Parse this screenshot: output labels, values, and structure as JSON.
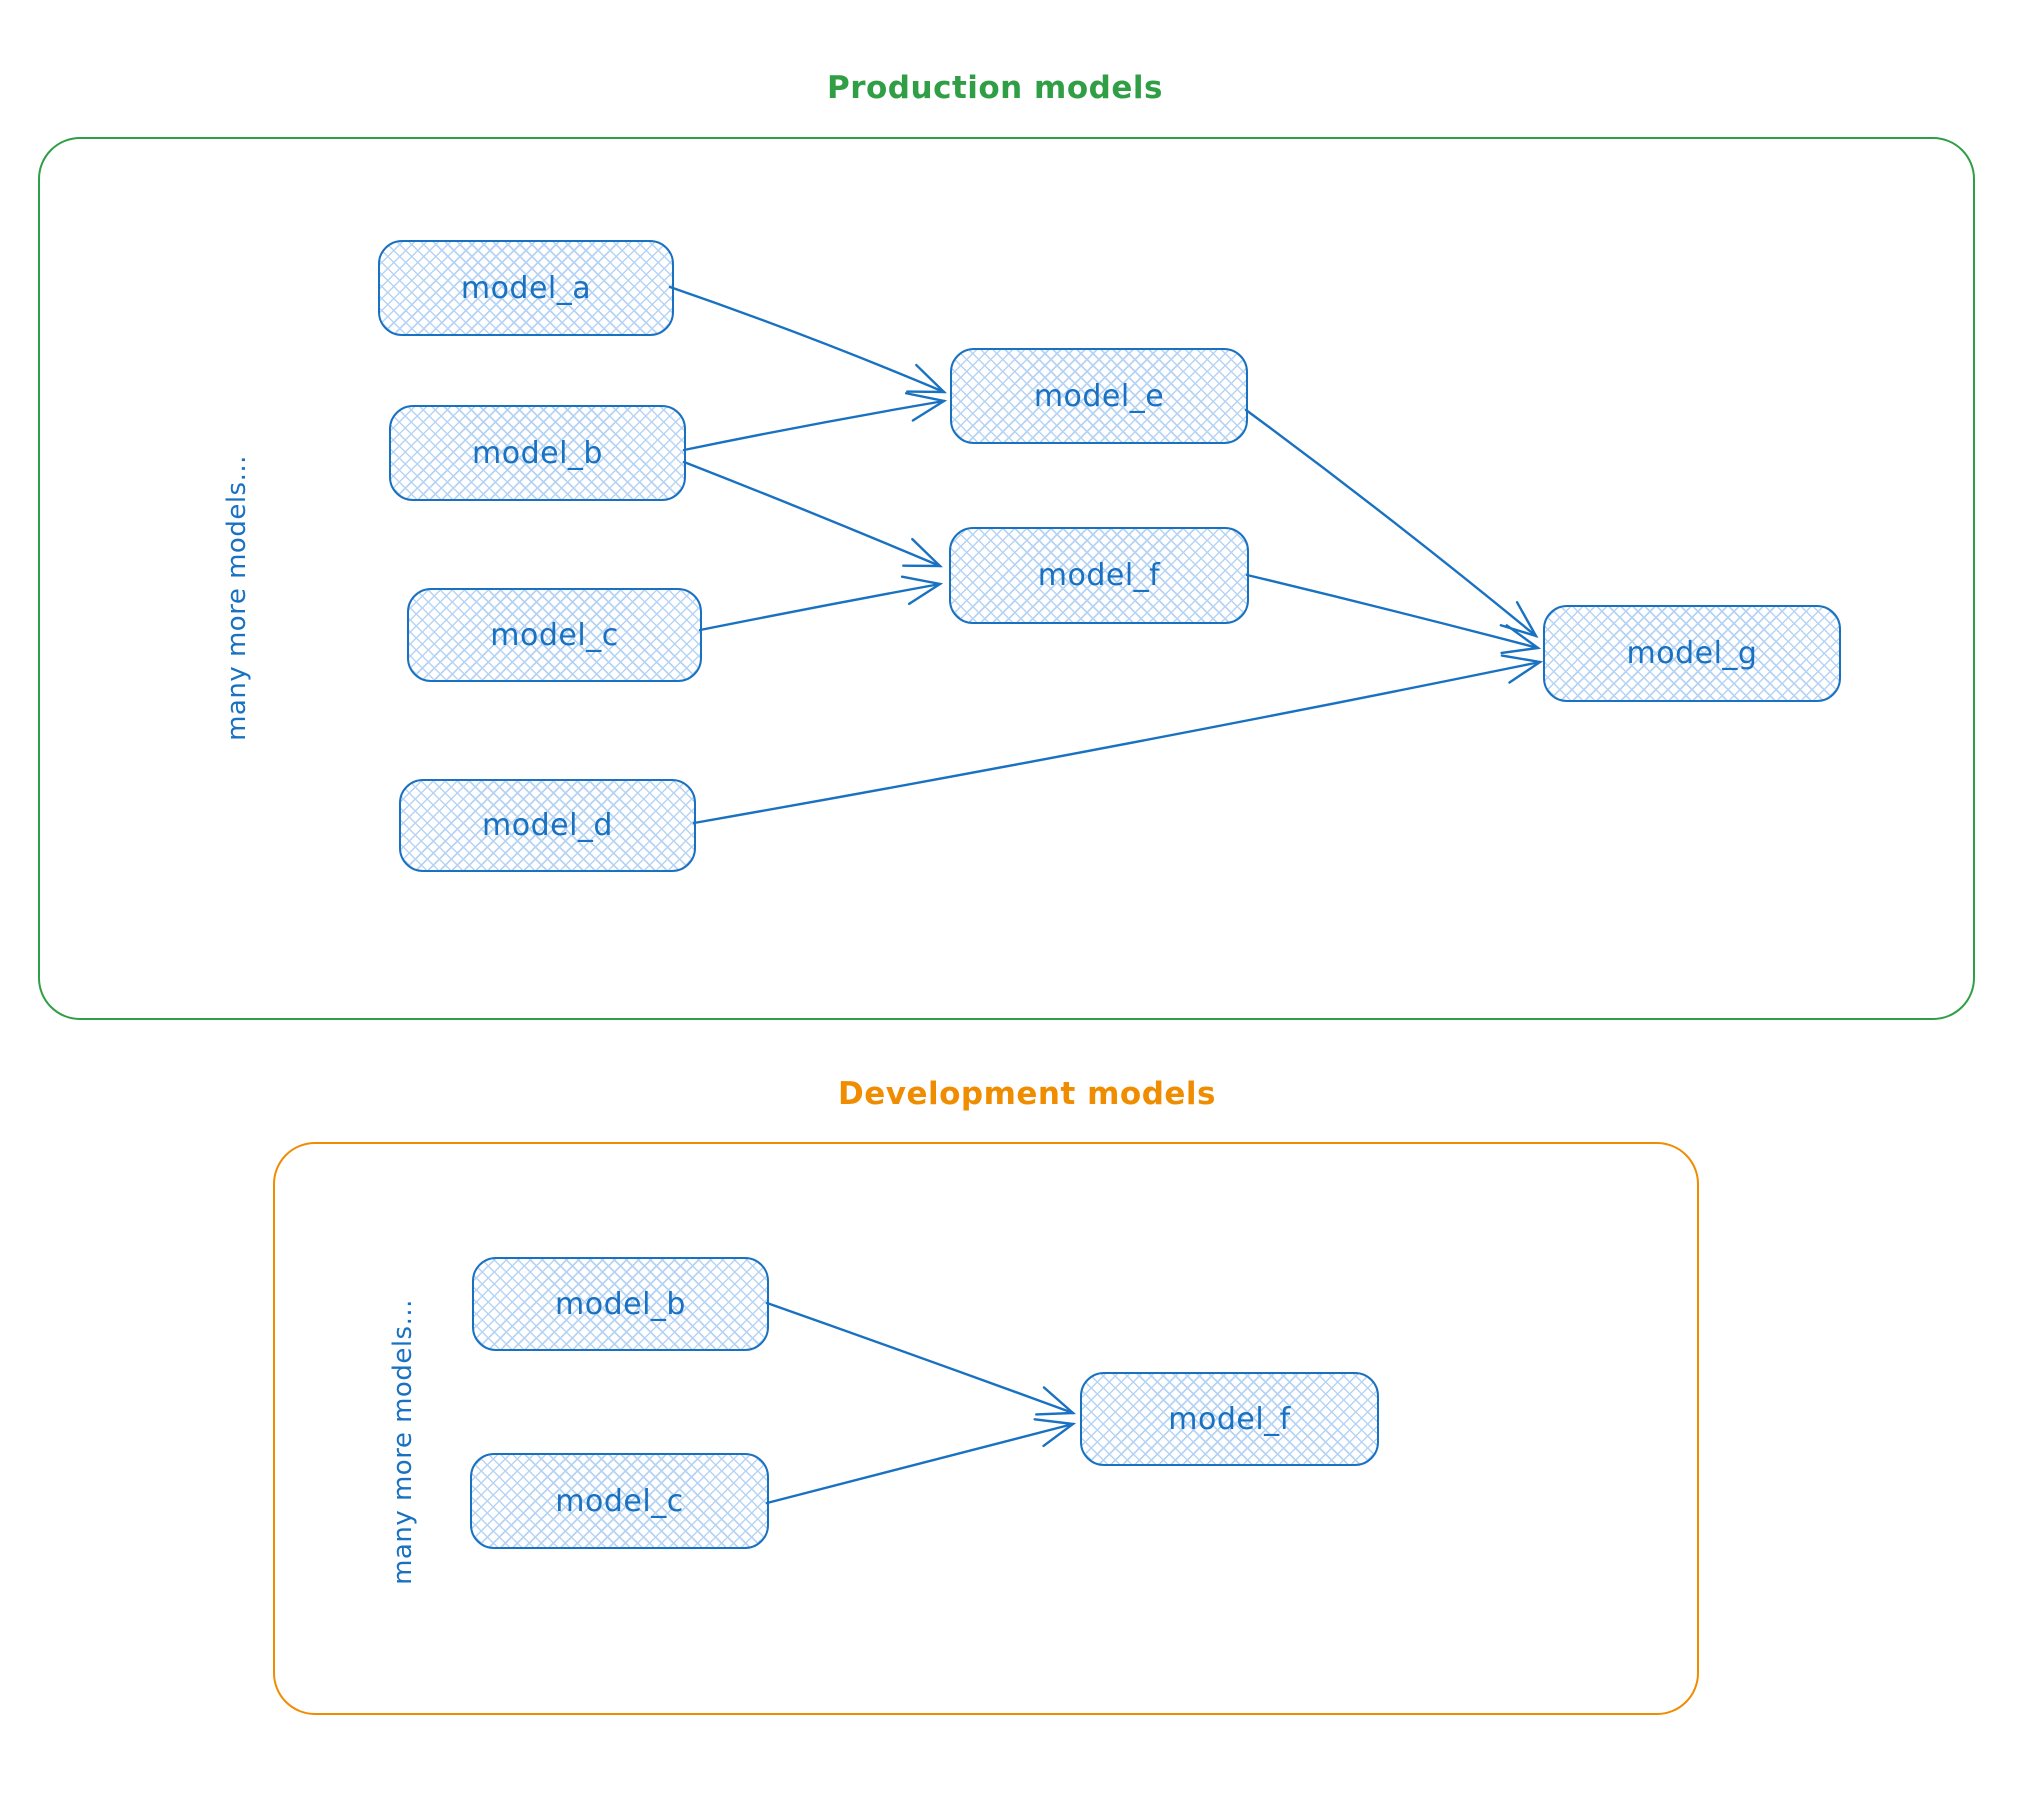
{
  "theme": {
    "green": "#2f9e44",
    "orange": "#f08c00",
    "blue": "#1971c2",
    "hatch": "#b7d4f5",
    "canvas_bg": "#ffffff"
  },
  "production": {
    "title": "Production models",
    "side_label": "many more models...",
    "nodes": {
      "model_a": {
        "label": "model_a"
      },
      "model_b": {
        "label": "model_b"
      },
      "model_c": {
        "label": "model_c"
      },
      "model_d": {
        "label": "model_d"
      },
      "model_e": {
        "label": "model_e"
      },
      "model_f": {
        "label": "model_f"
      },
      "model_g": {
        "label": "model_g"
      }
    },
    "edges": [
      {
        "from": "model_a",
        "to": "model_e"
      },
      {
        "from": "model_b",
        "to": "model_e"
      },
      {
        "from": "model_b",
        "to": "model_f"
      },
      {
        "from": "model_c",
        "to": "model_f"
      },
      {
        "from": "model_e",
        "to": "model_g"
      },
      {
        "from": "model_f",
        "to": "model_g"
      },
      {
        "from": "model_d",
        "to": "model_g"
      }
    ]
  },
  "development": {
    "title": "Development models",
    "side_label": "many more models...",
    "nodes": {
      "model_b": {
        "label": "model_b"
      },
      "model_c": {
        "label": "model_c"
      },
      "model_f": {
        "label": "model_f"
      }
    },
    "edges": [
      {
        "from": "model_b",
        "to": "model_f"
      },
      {
        "from": "model_c",
        "to": "model_f"
      }
    ]
  }
}
